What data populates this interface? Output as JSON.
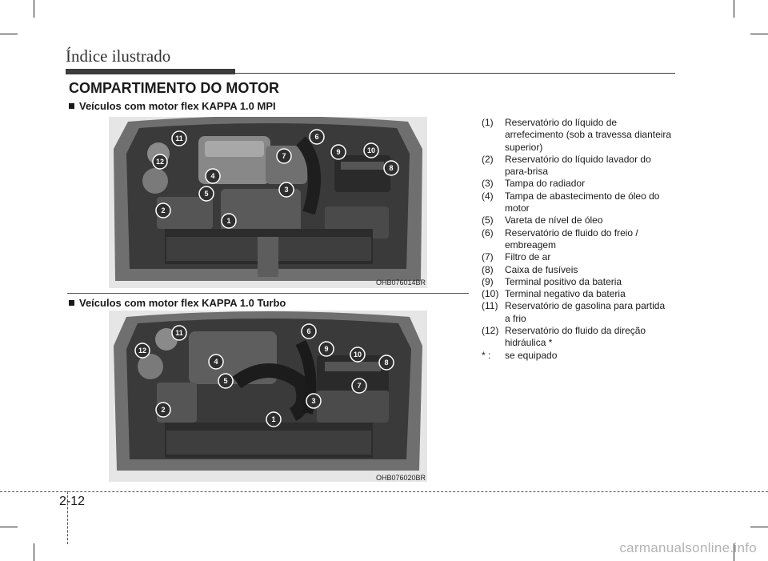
{
  "header": {
    "section": "Índice ilustrado"
  },
  "main": {
    "title": "COMPARTIMENTO DO MOTOR",
    "subheads": [
      "Veículos com motor flex KAPPA 1.0 MPI",
      "Veículos com motor flex KAPPA 1.0 Turbo"
    ]
  },
  "figures": [
    {
      "code": "OHB076014BR"
    },
    {
      "code": "OHB076020BR"
    }
  ],
  "callout_labels": [
    "1",
    "2",
    "3",
    "4",
    "5",
    "6",
    "7",
    "8",
    "9",
    "10",
    "11",
    "12"
  ],
  "legend": [
    {
      "num": "(1)",
      "text": "Reservatório do líquido de"
    },
    {
      "num": "",
      "text": "arrefecimento (sob a travessa dianteira"
    },
    {
      "num": "",
      "text": "superior)"
    },
    {
      "num": "(2)",
      "text": "Reservatório do líquido lavador do"
    },
    {
      "num": "",
      "text": "para-brisa"
    },
    {
      "num": "(3)",
      "text": "Tampa do radiador"
    },
    {
      "num": "(4)",
      "text": "Tampa de abastecimento de óleo do"
    },
    {
      "num": "",
      "text": "motor"
    },
    {
      "num": "(5)",
      "text": "Vareta de nível de óleo"
    },
    {
      "num": "(6)",
      "text": "Reservatório de fluido do freio /"
    },
    {
      "num": "",
      "text": "embreagem"
    },
    {
      "num": "(7)",
      "text": "Filtro de ar"
    },
    {
      "num": "(8)",
      "text": "Caixa de fusíveis"
    },
    {
      "num": "(9)",
      "text": "Terminal positivo da bateria"
    },
    {
      "num": "(10)",
      "text": "Terminal negativo da bateria"
    },
    {
      "num": "(11)",
      "text": "Reservatório de gasolina para partida"
    },
    {
      "num": "",
      "text": "a frio"
    },
    {
      "num": "(12)",
      "text": "Reservatório do fluido da direção"
    },
    {
      "num": "",
      "text": "hidráulica *"
    },
    {
      "num": "* :",
      "text": "se equipado"
    }
  ],
  "footer": {
    "page": "2-12",
    "watermark": "carmanualsonline.info"
  }
}
